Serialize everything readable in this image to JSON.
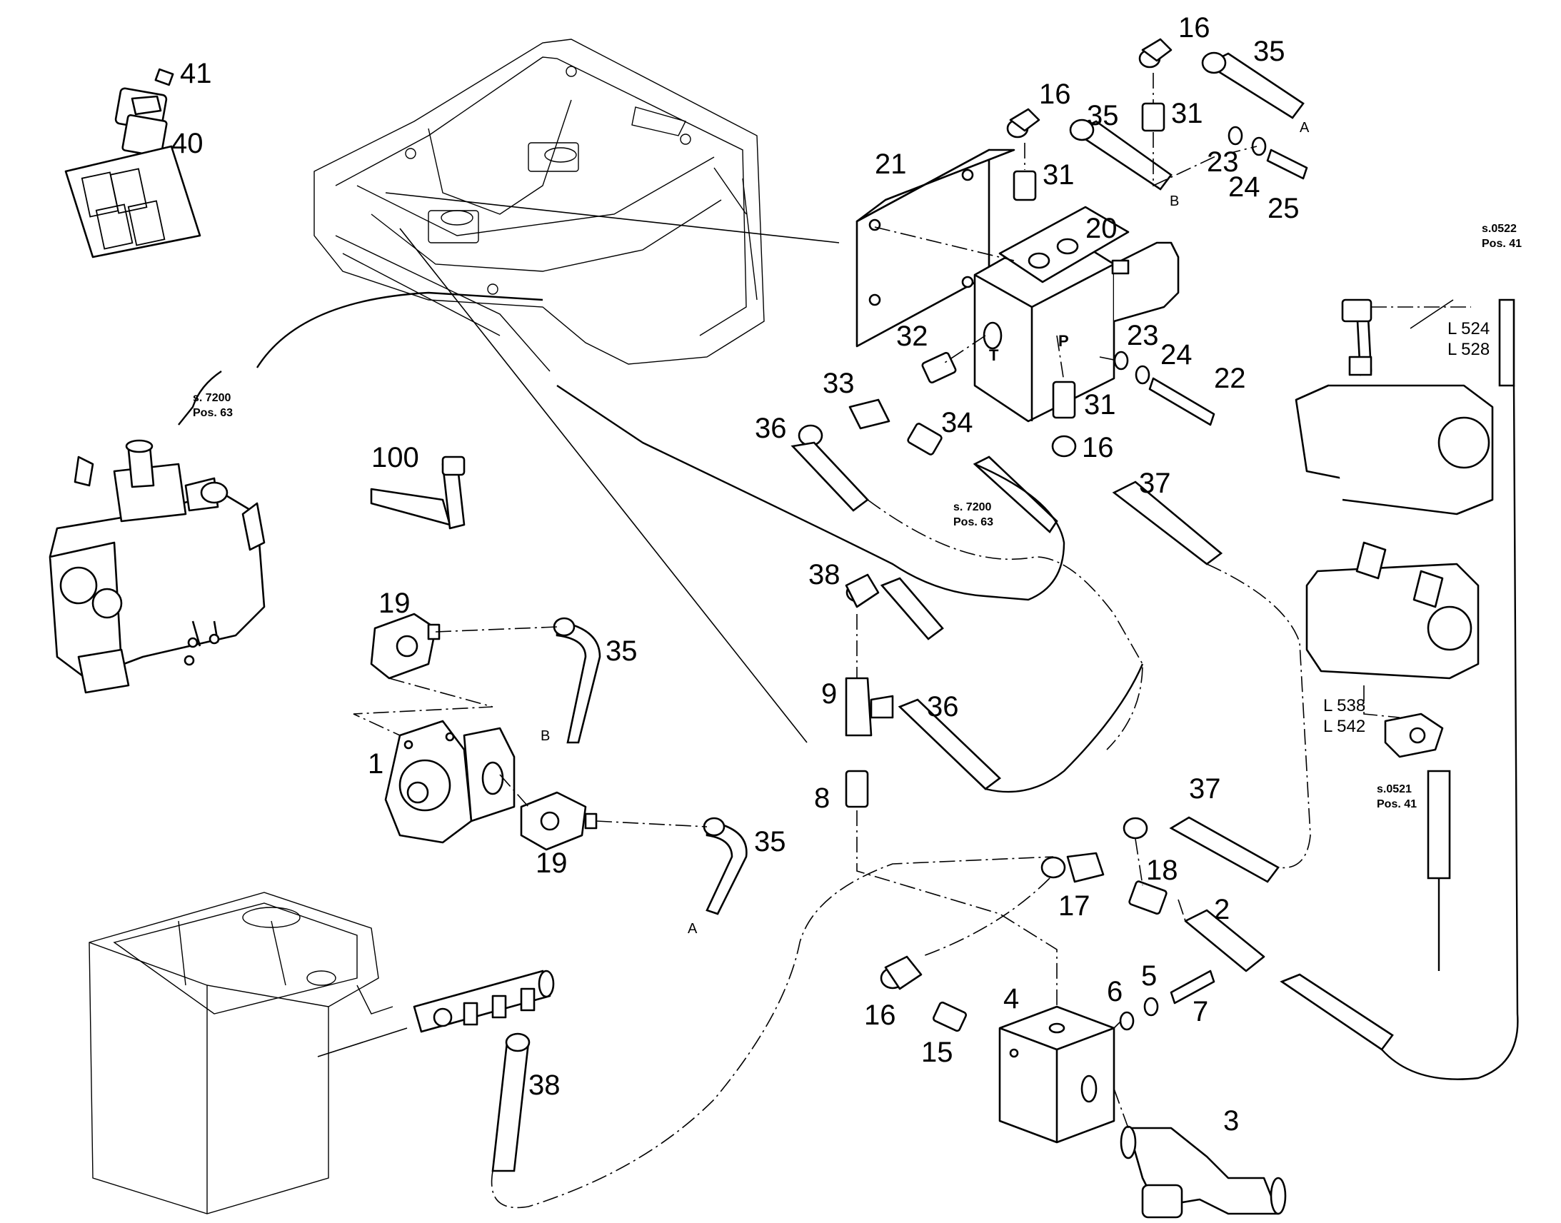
{
  "labels": {
    "p41": "41",
    "p40": "40",
    "p21": "21",
    "p20": "20",
    "p16a": "16",
    "p35a": "35",
    "p31a": "31",
    "pA1": "A",
    "p16b": "16",
    "p35b": "35",
    "p31b": "31",
    "pB1": "B",
    "p23a": "23",
    "p24a": "24",
    "p25": "25",
    "p32": "32",
    "p33": "33",
    "p36a": "36",
    "p34": "34",
    "p23b": "23",
    "p24b": "24",
    "p22": "22",
    "p31c": "31",
    "p16c": "16",
    "p37a": "37",
    "p100": "100",
    "p19a": "19",
    "p35c": "35",
    "pB2": "B",
    "p1": "1",
    "p19b": "19",
    "p35d": "35",
    "pA2": "A",
    "p38a": "38",
    "p9": "9",
    "p36b": "36",
    "p8": "8",
    "p37b": "37",
    "p18": "18",
    "p17": "17",
    "p2": "2",
    "p16d": "16",
    "p15": "15",
    "p4": "4",
    "p6": "6",
    "p5": "5",
    "p7": "7",
    "p3": "3",
    "p38b": "38",
    "portT": "T",
    "portP": "P"
  },
  "references": {
    "s7200a_1": "s. 7200",
    "s7200a_2": "Pos. 63",
    "s7200b_1": "s. 7200",
    "s7200b_2": "Pos. 63",
    "s0522_1": "s.0522",
    "s0522_2": "Pos. 41",
    "s0521_1": "s.0521",
    "s0521_2": "Pos. 41",
    "L524": "L 524",
    "L528": "L 528",
    "L538": "L 538",
    "L542": "L 542"
  }
}
